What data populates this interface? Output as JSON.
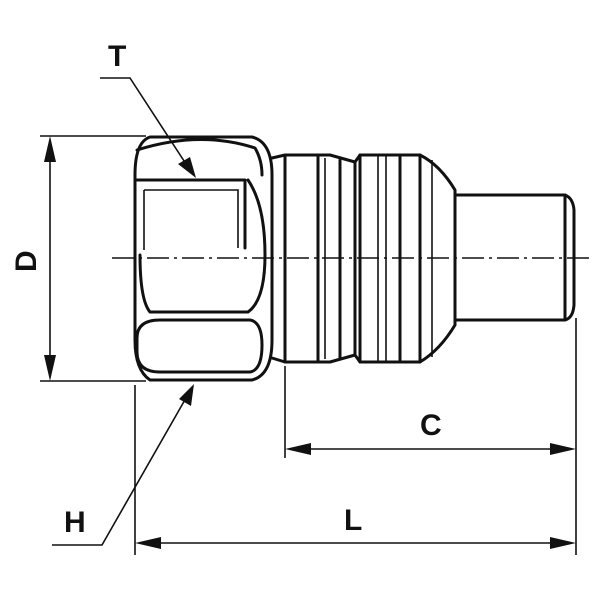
{
  "dimensions": {
    "T": "T",
    "D": "D",
    "H": "H",
    "C": "C",
    "L": "L"
  }
}
